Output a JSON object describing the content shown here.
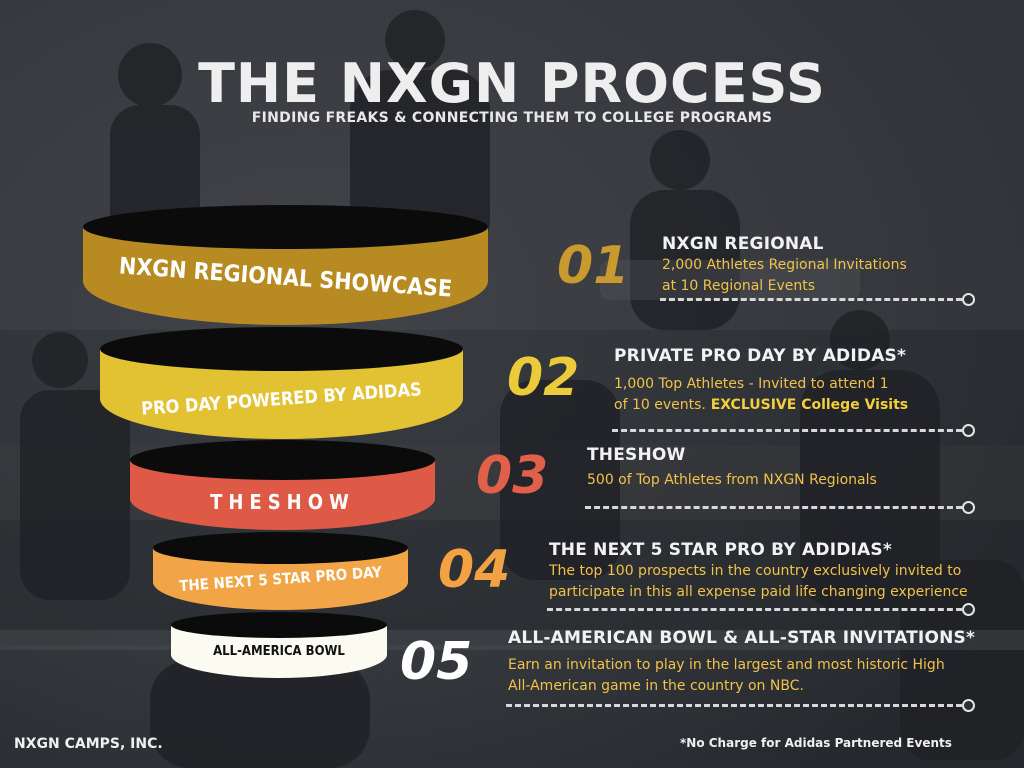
{
  "header": {
    "title": "THE NXGN PROCESS",
    "subtitle": "FINDING FREAKS & CONNECTING THEM TO COLLEGE PROGRAMS"
  },
  "funnel": [
    {
      "label": "NXGN REGIONAL SHOWCASE",
      "color": "#b88a22",
      "text_color": "#ffffff"
    },
    {
      "label": "PRO DAY POWERED BY ADIDAS",
      "color": "#e2c233",
      "text_color": "#ffffff"
    },
    {
      "label": "THESHOW",
      "color": "#df5a46",
      "text_color": "#ffffff"
    },
    {
      "label": "THE NEXT 5 STAR PRO DAY",
      "color": "#f2a546",
      "text_color": "#ffffff"
    },
    {
      "label": "ALL-AMERICA BOWL",
      "color": "#fcfbf2",
      "text_color": "#111111"
    }
  ],
  "steps": [
    {
      "number": "01",
      "number_color": "#c99a2e",
      "title": "NXGN REGIONAL",
      "line1": "2,000 Athletes Regional Invitations",
      "line2": "at 10 Regional Events"
    },
    {
      "number": "02",
      "number_color": "#ebcb3a",
      "title": "PRIVATE PRO DAY BY ADIDAS*",
      "line1": "1,000 Top Athletes -  Invited to attend 1",
      "line2": "of 10 events.",
      "line2_bold": " EXCLUSIVE College Visits"
    },
    {
      "number": "03",
      "number_color": "#e0604a",
      "title": "THESHOW",
      "line1": "500 of Top Athletes from NXGN Regionals"
    },
    {
      "number": "04",
      "number_color": "#f2a243",
      "title": "THE NEXT 5 STAR PRO BY ADIDIAS*",
      "line1": "The top 100 prospects in the country exclusively invited to",
      "line2": "participate in this all expense paid life changing experience"
    },
    {
      "number": "05",
      "number_color": "#ffffff",
      "title": "ALL-AMERICAN BOWL & ALL-STAR INVITATIONS*",
      "line1": "Earn an invitation to play in the largest and most historic High",
      "line2": "All-American game in the country on NBC."
    }
  ],
  "footer": {
    "company": "NXGN CAMPS, INC.",
    "note": "*No Charge for Adidas Partnered Events"
  }
}
